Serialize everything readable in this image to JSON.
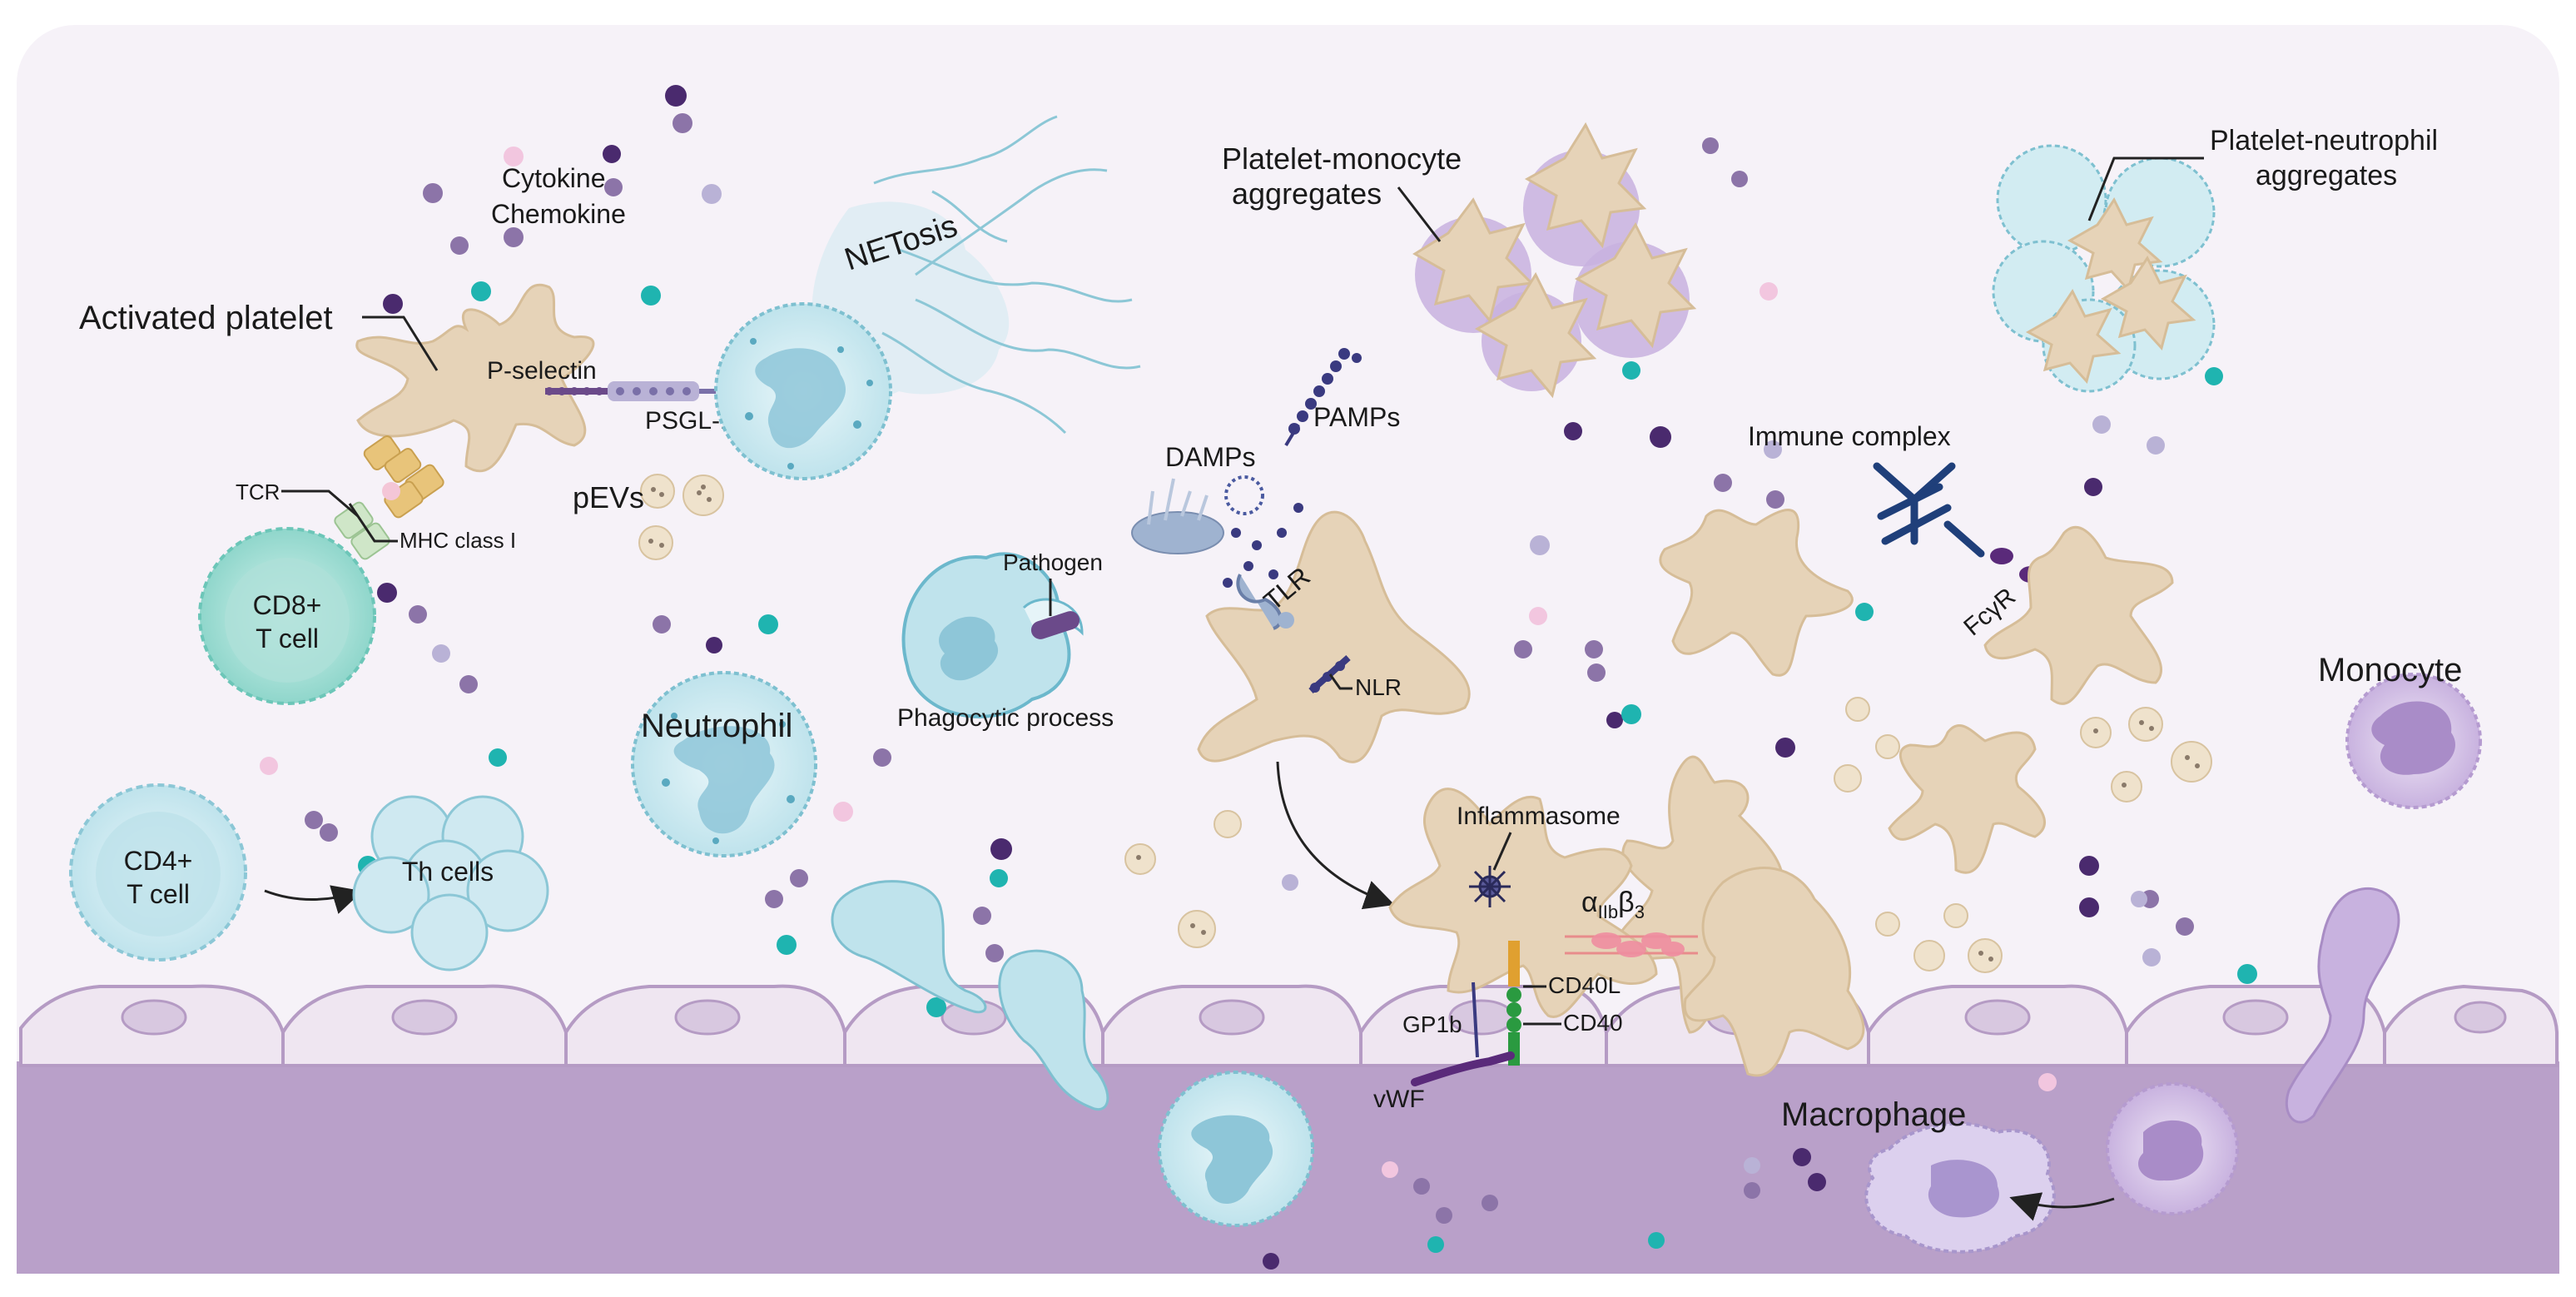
{
  "labels": {
    "cytokine": "Cytokine",
    "chemokine": "Chemokine",
    "activated_platelet": "Activated platelet",
    "p_selectin": "P-selectin",
    "psgl1": "PSGL-1",
    "netosis": "NETosis",
    "tcr": "TCR",
    "mhc_class_i": "MHC class I",
    "cd8_line1": "CD8+",
    "cd8_line2": "T cell",
    "pevs": "pEVs",
    "neutrophil": "Neutrophil",
    "cd4_line1": "CD4+",
    "cd4_line2": "T cell",
    "th_cells": "Th cells",
    "pathogen": "Pathogen",
    "phagocytic_process": "Phagocytic process",
    "damps": "DAMPs",
    "pamps": "PAMPs",
    "tlr": "TLR",
    "nlr": "NLR",
    "platelet_monocyte_line1": "Platelet-monocyte",
    "platelet_monocyte_line2": "aggregates",
    "platelet_neutrophil_line1": "Platelet-neutrophil",
    "platelet_neutrophil_line2": "aggregates",
    "immune_complex": "Immune complex",
    "fcyr": "FcγR",
    "inflammasome": "Inflammasome",
    "integrin_alpha": "α",
    "integrin_alpha_sub": "IIb",
    "integrin_beta": "β",
    "integrin_beta_sub": "3",
    "cd40l": "CD40L",
    "cd40": "CD40",
    "gp1b": "GP1b",
    "vwf": "vWF",
    "monocyte": "Monocyte",
    "macrophage": "Macrophage"
  },
  "colors": {
    "background": "#f7f3f9",
    "tissue": "#b9a0c9",
    "platelet": "#e6d3b8",
    "neutrophil": "#d2ecf2",
    "t_cell": "#b8e6df",
    "monocyte": "#d8c8e8",
    "particle_purple": "#4a2a6e",
    "particle_teal": "#1fb4b0"
  }
}
